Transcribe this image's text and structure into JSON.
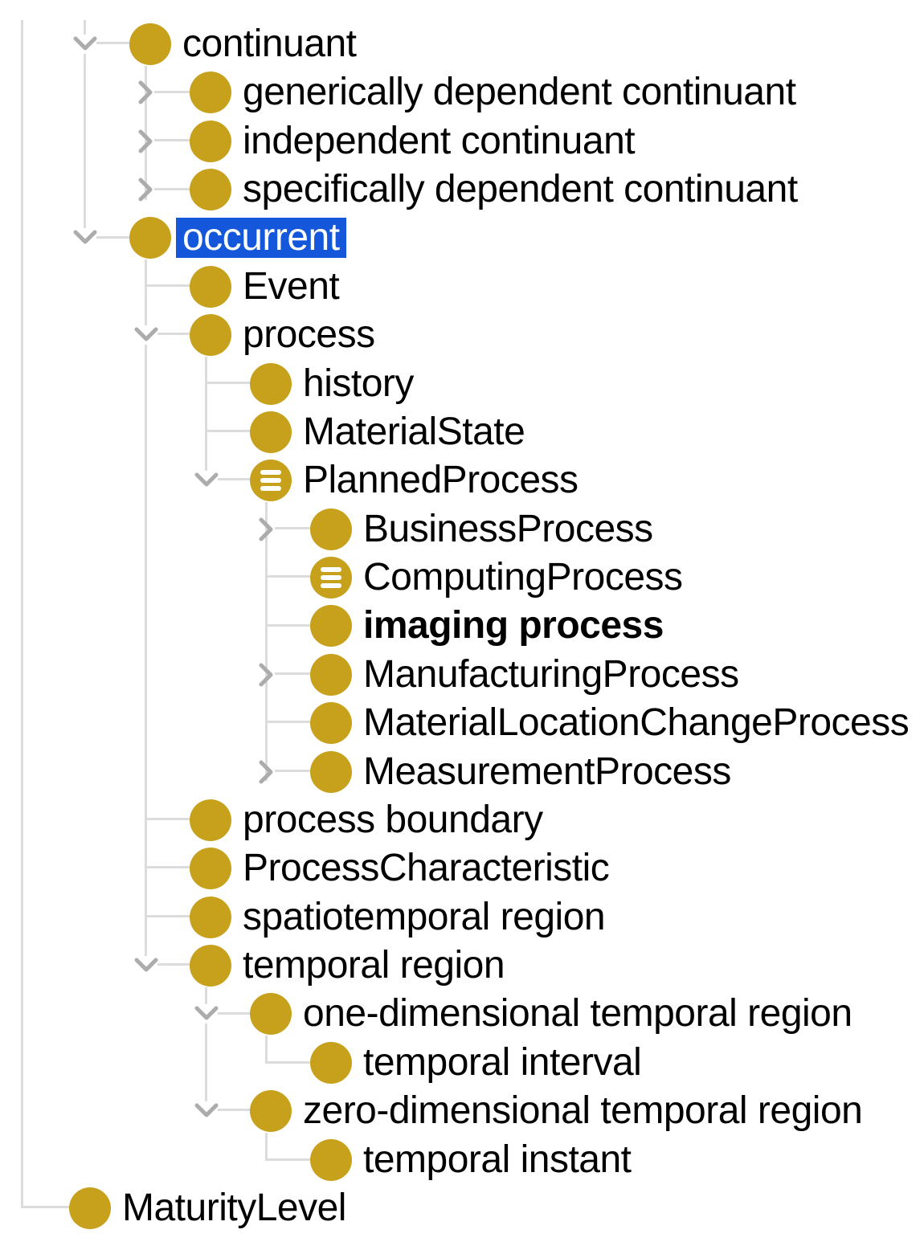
{
  "colors": {
    "class-icon": "#C7A11C",
    "selection": "#1457DB",
    "selected-text": "#FFFFFF",
    "guide": "#DCDCDC",
    "chevron": "#ACACAC",
    "text": "#000000",
    "bg": "#FFFFFF"
  },
  "tree": {
    "selected_node": "occurrent",
    "nodes": [
      {
        "label": "continuant",
        "level": 1,
        "icon": "class",
        "state": "expanded",
        "selected": false,
        "bold": false
      },
      {
        "label": "generically dependent continuant",
        "level": 2,
        "icon": "class",
        "state": "collapsed",
        "selected": false,
        "bold": false
      },
      {
        "label": "independent continuant",
        "level": 2,
        "icon": "class",
        "state": "collapsed",
        "selected": false,
        "bold": false
      },
      {
        "label": "specifically dependent continuant",
        "level": 2,
        "icon": "class",
        "state": "collapsed",
        "selected": false,
        "bold": false
      },
      {
        "label": "occurrent",
        "level": 1,
        "icon": "class",
        "state": "expanded",
        "selected": true,
        "bold": false
      },
      {
        "label": "Event",
        "level": 2,
        "icon": "class",
        "state": "leaf",
        "selected": false,
        "bold": false
      },
      {
        "label": "process",
        "level": 2,
        "icon": "class",
        "state": "expanded",
        "selected": false,
        "bold": false
      },
      {
        "label": "history",
        "level": 3,
        "icon": "class",
        "state": "leaf",
        "selected": false,
        "bold": false
      },
      {
        "label": "MaterialState",
        "level": 3,
        "icon": "class",
        "state": "leaf",
        "selected": false,
        "bold": false
      },
      {
        "label": "PlannedProcess",
        "level": 3,
        "icon": "defined-class",
        "state": "expanded",
        "selected": false,
        "bold": false
      },
      {
        "label": "BusinessProcess",
        "level": 4,
        "icon": "class",
        "state": "collapsed",
        "selected": false,
        "bold": false
      },
      {
        "label": "ComputingProcess",
        "level": 4,
        "icon": "defined-class",
        "state": "leaf",
        "selected": false,
        "bold": false
      },
      {
        "label": "imaging process",
        "level": 4,
        "icon": "class",
        "state": "leaf",
        "selected": false,
        "bold": true
      },
      {
        "label": "ManufacturingProcess",
        "level": 4,
        "icon": "class",
        "state": "collapsed",
        "selected": false,
        "bold": false
      },
      {
        "label": "MaterialLocationChangeProcess",
        "level": 4,
        "icon": "class",
        "state": "leaf",
        "selected": false,
        "bold": false
      },
      {
        "label": "MeasurementProcess",
        "level": 4,
        "icon": "class",
        "state": "collapsed",
        "selected": false,
        "bold": false
      },
      {
        "label": "process boundary",
        "level": 2,
        "icon": "class",
        "state": "leaf",
        "selected": false,
        "bold": false
      },
      {
        "label": "ProcessCharacteristic",
        "level": 2,
        "icon": "class",
        "state": "leaf",
        "selected": false,
        "bold": false
      },
      {
        "label": "spatiotemporal region",
        "level": 2,
        "icon": "class",
        "state": "leaf",
        "selected": false,
        "bold": false
      },
      {
        "label": "temporal region",
        "level": 2,
        "icon": "class",
        "state": "expanded",
        "selected": false,
        "bold": false
      },
      {
        "label": "one-dimensional temporal region",
        "level": 3,
        "icon": "class",
        "state": "expanded",
        "selected": false,
        "bold": false
      },
      {
        "label": "temporal interval",
        "level": 4,
        "icon": "class",
        "state": "leaf",
        "selected": false,
        "bold": false
      },
      {
        "label": "zero-dimensional temporal region",
        "level": 3,
        "icon": "class",
        "state": "expanded",
        "selected": false,
        "bold": false
      },
      {
        "label": "temporal instant",
        "level": 4,
        "icon": "class",
        "state": "leaf",
        "selected": false,
        "bold": false
      },
      {
        "label": "MaturityLevel",
        "level": 0,
        "icon": "class",
        "state": "leaf",
        "selected": false,
        "bold": false
      }
    ]
  }
}
